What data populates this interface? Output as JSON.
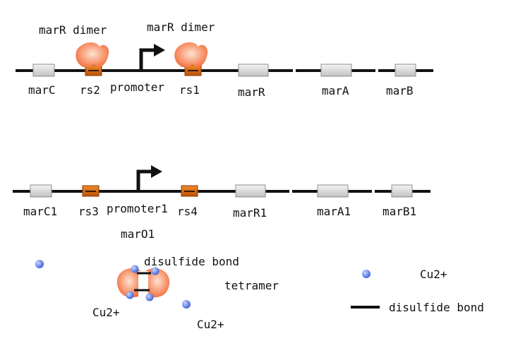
{
  "colors": {
    "dna": "#111111",
    "gene_fill": "#d9d9d9",
    "gene_stroke": "#8c8c8c",
    "site_fill": "#d9700f",
    "site_stroke": "#8a3a00",
    "protein": "#f4764b",
    "protein_highlight": "#fde3d3",
    "cu_ion": "#4a72e8",
    "bond": "#111111"
  },
  "top_operon": {
    "labels": {
      "dimer_left": "marR dimer",
      "dimer_right": "marR dimer",
      "marC": "marC",
      "rs2": "rs2",
      "promoter": "promoter",
      "rs1": "rs1",
      "marR": "marR",
      "marA": "marA",
      "marB": "marB"
    }
  },
  "bottom_operon": {
    "labels": {
      "marC1": "marC1",
      "rs3": "rs3",
      "promoter1": "promoter1",
      "rs4": "rs4",
      "marR1": "marR1",
      "marA1": "marA1",
      "marB1": "marB1",
      "marO1": "marO1"
    }
  },
  "tetramer_panel": {
    "disulfide_bond_label": "disulfide bond",
    "tetramer_label": "tetramer",
    "cu_left_label": "Cu2+",
    "cu_bottom_label": "Cu2+"
  },
  "legend": {
    "cu_label": "Cu2+",
    "bond_label": "disulfide bond"
  }
}
